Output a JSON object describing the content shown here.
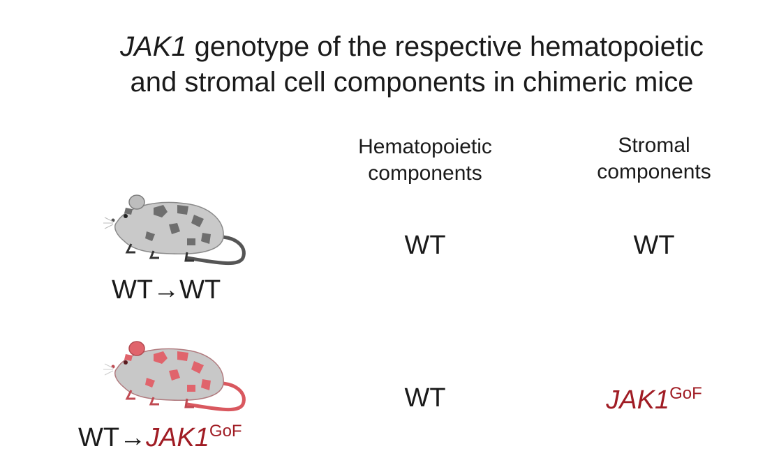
{
  "title": {
    "gene": "JAK1",
    "line1_rest": " genotype of the respective hematopoietic",
    "line2": "and stromal cell components in chimeric mice"
  },
  "columns": {
    "hematopoietic": {
      "line1": "Hematopoietic",
      "line2": "components"
    },
    "stromal": {
      "line1": "Stromal",
      "line2": "components"
    }
  },
  "rows": [
    {
      "label_prefix": "WT→",
      "label_main": "WT",
      "label_sup": "",
      "hematopoietic": "WT",
      "stromal": "WT",
      "stromal_sup": ""
    },
    {
      "label_prefix": "WT→",
      "label_main": "JAK1",
      "label_sup": "GoF",
      "hematopoietic": "WT",
      "stromal": "JAK1",
      "stromal_sup": "GoF"
    }
  ],
  "colors": {
    "text": "#1a1a1a",
    "accent_red": "#a01c24",
    "mouse_grey_body": "#c9c9c9",
    "mouse_grey_spots": "#6e6e6e",
    "mouse_red_body": "#c8c8c8",
    "mouse_red_spots": "#e0646c",
    "mouse_red_tail": "#d9585f"
  },
  "icons": [
    "wt-mouse-icon",
    "gof-mouse-icon"
  ]
}
